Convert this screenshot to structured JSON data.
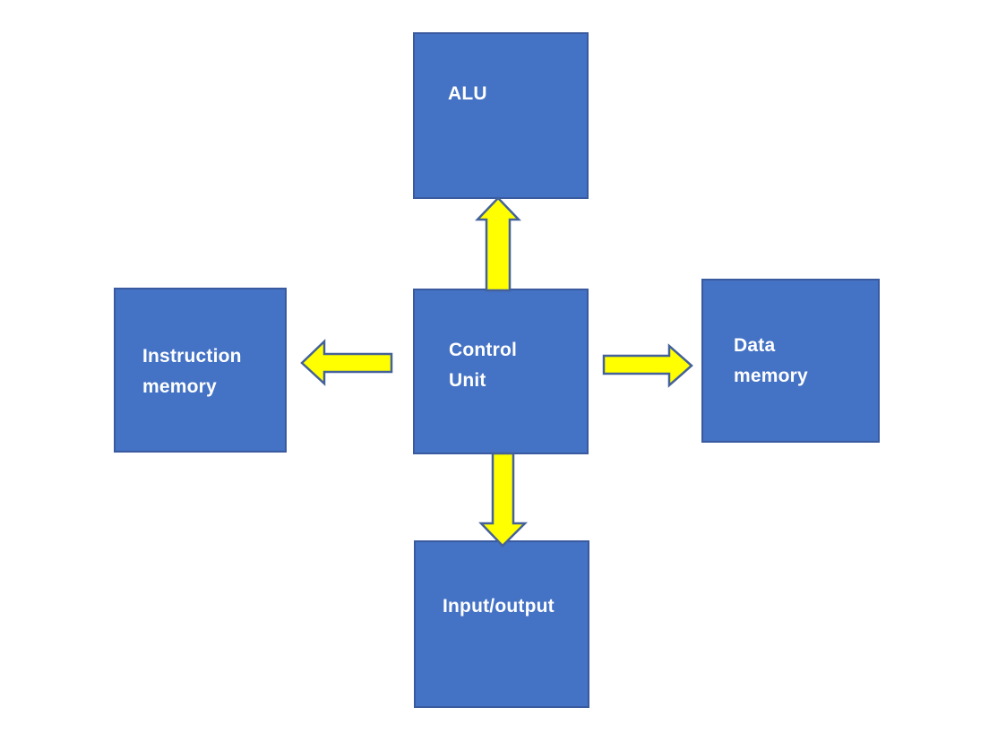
{
  "diagram": {
    "type": "block-diagram",
    "subject": "CPU architecture",
    "background": "#ffffff",
    "colors": {
      "node_fill": "#4472c4",
      "node_border": "#3a5a9f",
      "node_label": "#ffffff",
      "arrow_fill": "#ffff00",
      "arrow_outline": "#44619b"
    },
    "nodes": [
      {
        "id": "alu",
        "label": "ALU"
      },
      {
        "id": "instruction-memory",
        "label": "Instruction memory"
      },
      {
        "id": "control-unit",
        "label": "Control Unit"
      },
      {
        "id": "data-memory",
        "label": "Data memory"
      },
      {
        "id": "input-output",
        "label": "Input/output"
      }
    ],
    "arrows": [
      {
        "id": "up-arrow",
        "from": "control-unit",
        "to": "alu",
        "direction": "up"
      },
      {
        "id": "left-arrow",
        "from": "control-unit",
        "to": "instruction-memory",
        "direction": "left"
      },
      {
        "id": "right-arrow",
        "from": "control-unit",
        "to": "data-memory",
        "direction": "right"
      },
      {
        "id": "down-arrow",
        "from": "control-unit",
        "to": "input-output",
        "direction": "down"
      }
    ]
  }
}
